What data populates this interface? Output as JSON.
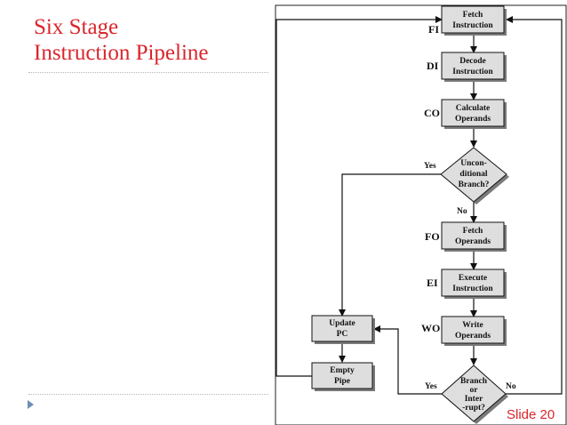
{
  "slide": {
    "title_line1": "Six Stage",
    "title_line2": "Instruction Pipeline",
    "number": "Slide 20"
  },
  "diagram": {
    "boxes": {
      "fi": [
        "Fetch",
        "Instruction"
      ],
      "di": [
        "Decode",
        "Instruction"
      ],
      "co": [
        "Calculate",
        "Operands"
      ],
      "fo": [
        "Fetch",
        "Operands"
      ],
      "ei": [
        "Execute",
        "Instruction"
      ],
      "wo": [
        "Write",
        "Operands"
      ],
      "update": [
        "Update",
        "PC"
      ],
      "empty": [
        "Empty",
        "Pipe"
      ]
    },
    "decisions": {
      "uncond": [
        "Uncon-",
        "ditional",
        "Branch?"
      ],
      "branch": [
        "Branch",
        "or",
        "Inter",
        "-rupt?"
      ]
    },
    "stages": {
      "fi": "FI",
      "di": "DI",
      "co": "CO",
      "fo": "FO",
      "ei": "EI",
      "wo": "WO"
    },
    "labels": {
      "uncond_yes": "Yes",
      "uncond_no": "No",
      "branch_yes": "Yes",
      "branch_no": "No"
    }
  }
}
